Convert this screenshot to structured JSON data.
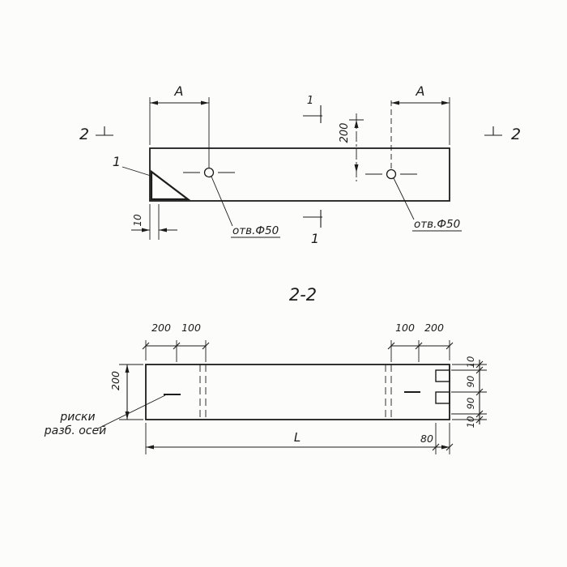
{
  "title": {
    "section_label": "2-2"
  },
  "top_view": {
    "dim_a_left": "A",
    "dim_a_right": "A",
    "section2_left": "2",
    "section2_right": "2",
    "section1_top": "1",
    "section1_bottom": "1",
    "detail_callout": "1",
    "dim_vert_200": "200",
    "hole_left_label": "отв.Ф50",
    "hole_right_label": "отв.Ф50",
    "dim_10": "10"
  },
  "section_view": {
    "dim_top_left_200": "200",
    "dim_top_left_100": "100",
    "dim_top_right_100": "100",
    "dim_top_right_200": "200",
    "dim_right_10_top": "10",
    "dim_right_90_upper": "90",
    "dim_right_90_lower": "90",
    "dim_right_10_bottom": "10",
    "dim_left_200": "200",
    "axis_marks_line1": "риски",
    "axis_marks_line2": "разб. осей",
    "dim_length": "L",
    "dim_80": "80"
  }
}
